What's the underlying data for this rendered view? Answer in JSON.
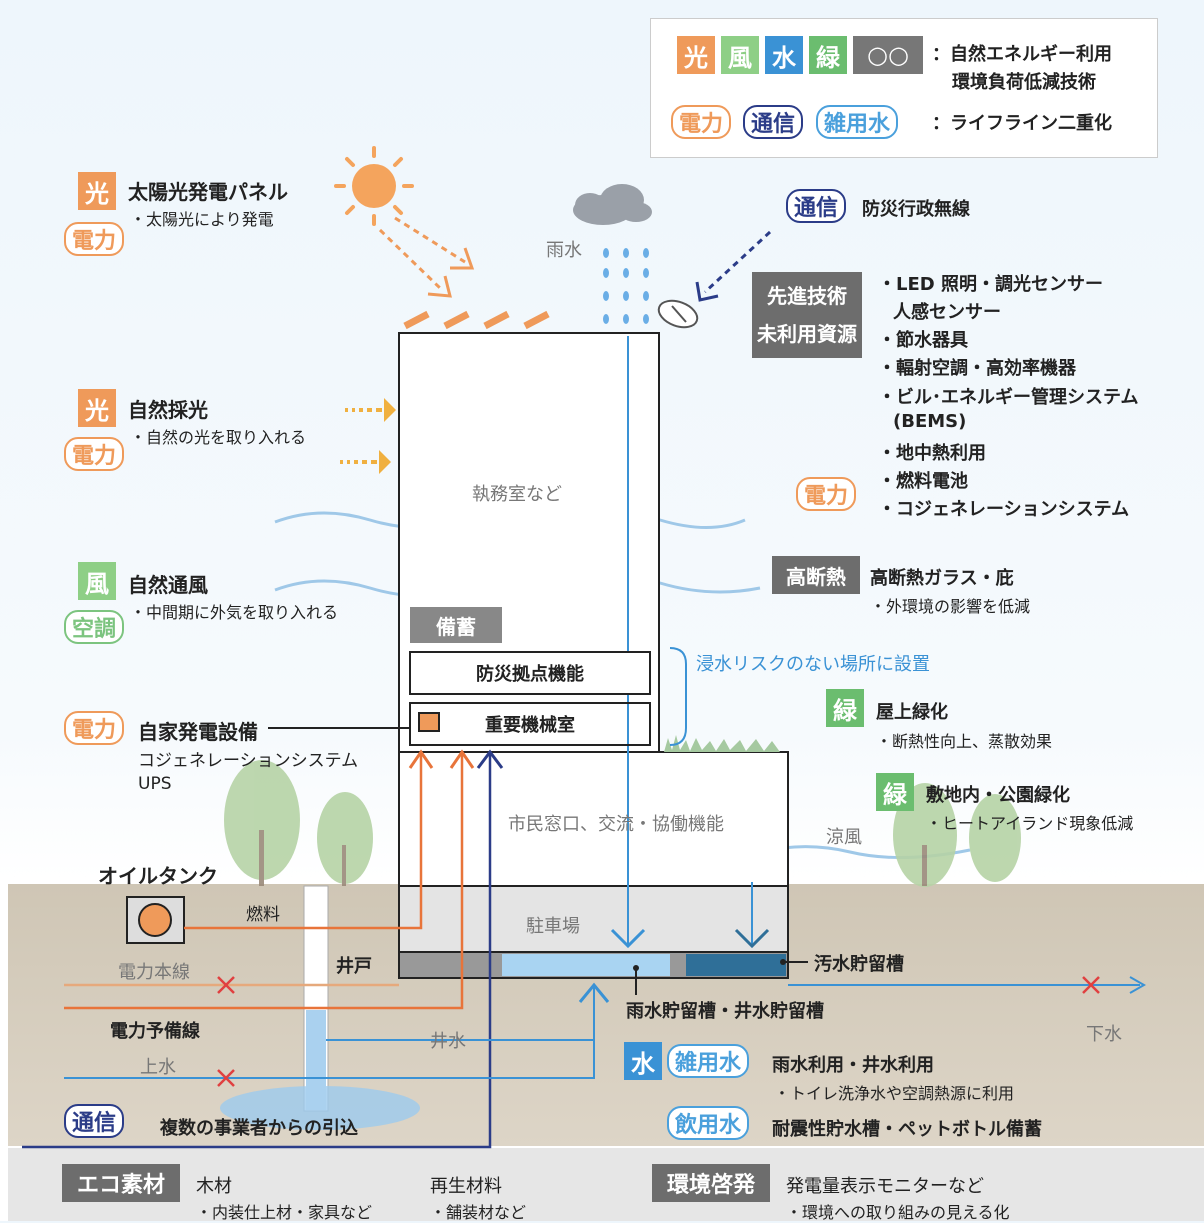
{
  "legend": {
    "eco_tags": [
      "光",
      "風",
      "水",
      "緑",
      "○○"
    ],
    "eco_text1": "：自然エネルギー利用",
    "eco_text2": "環境負荷低減技術",
    "life_tags": [
      "電力",
      "通信",
      "雑用水"
    ],
    "life_text": "：ライフライン二重化"
  },
  "solar": {
    "tag": "光",
    "title": "太陽光発電パネル",
    "desc": "・太陽光により発電",
    "pill": "電力"
  },
  "daylight": {
    "tag": "光",
    "title": "自然採光",
    "desc": "・自然の光を取り入れる",
    "pill": "電力"
  },
  "wind": {
    "tag": "風",
    "title": "自然通風",
    "desc": "・中間期に外気を取り入れる",
    "pill": "空調"
  },
  "generator": {
    "pill": "電力",
    "title": "自家発電設備",
    "line1": "コジェネレーションシステム",
    "line2": "UPS"
  },
  "oil_tank": "オイルタンク",
  "fuel": "燃料",
  "well": "井戸",
  "power_main": "電力本線",
  "power_backup": "電力予備線",
  "water_supply": "上水",
  "well_water": "井水",
  "comm": {
    "pill": "通信",
    "text": "複数の事業者からの引込"
  },
  "rain": "雨水",
  "radio": {
    "pill": "通信",
    "text": "防災行政無線"
  },
  "advanced": {
    "label1": "先進技術",
    "label2": "未利用資源",
    "items": [
      "・LED 照明・調光センサー",
      "人感センサー",
      "・節水器具",
      "・輻射空調・高効率機器",
      "・ビル･エネルギー管理システム",
      "(BEMS)",
      "・地中熱利用",
      "・燃料電池",
      "・コジェネレーションシステム"
    ],
    "pill": "電力"
  },
  "insulation": {
    "label": "高断熱",
    "title": "高断熱ガラス・庇",
    "desc": "・外環境の影響を低減"
  },
  "building": {
    "office": "執務室など",
    "stock": "備蓄",
    "disaster": "防災拠点機能",
    "machine": "重要機械室",
    "citizen": "市民窓口、交流・協働機能",
    "parking": "駐車場"
  },
  "flood": "浸水リスクのない場所に設置",
  "roof_green": {
    "tag": "緑",
    "title": "屋上緑化",
    "desc": "・断熱性向上、蒸散効果"
  },
  "site_green": {
    "tag": "緑",
    "title": "敷地内・公園緑化",
    "desc": "・ヒートアイランド現象低減"
  },
  "cool_wind": "涼風",
  "sewage_tank": "汚水貯留槽",
  "rain_tank": "雨水貯留槽・井水貯留槽",
  "sewer": "下水",
  "water_use": {
    "tag": "水",
    "pill": "雑用水",
    "title": "雨水利用・井水利用",
    "desc": "・トイレ洗浄水や空調熱源に利用"
  },
  "drinking": {
    "pill": "飲用水",
    "title": "耐震性貯水槽・ペットボトル備蓄"
  },
  "eco_material": {
    "label": "エコ素材",
    "wood": "木材",
    "wood_desc": "・内装仕上材・家具など",
    "recycled": "再生材料",
    "recycled_desc": "・舗装材など"
  },
  "env_edu": {
    "label": "環境啓発",
    "text": "発電量表示モニターなど",
    "desc": "・環境への取り組みの見える化"
  },
  "colors": {
    "orange": "#ef9a5a",
    "green": "#6bbd6f",
    "water": "#3a92d5",
    "navy": "#2b3c88",
    "gray": "#6d6d6d",
    "ground": "#d9cfbe"
  }
}
